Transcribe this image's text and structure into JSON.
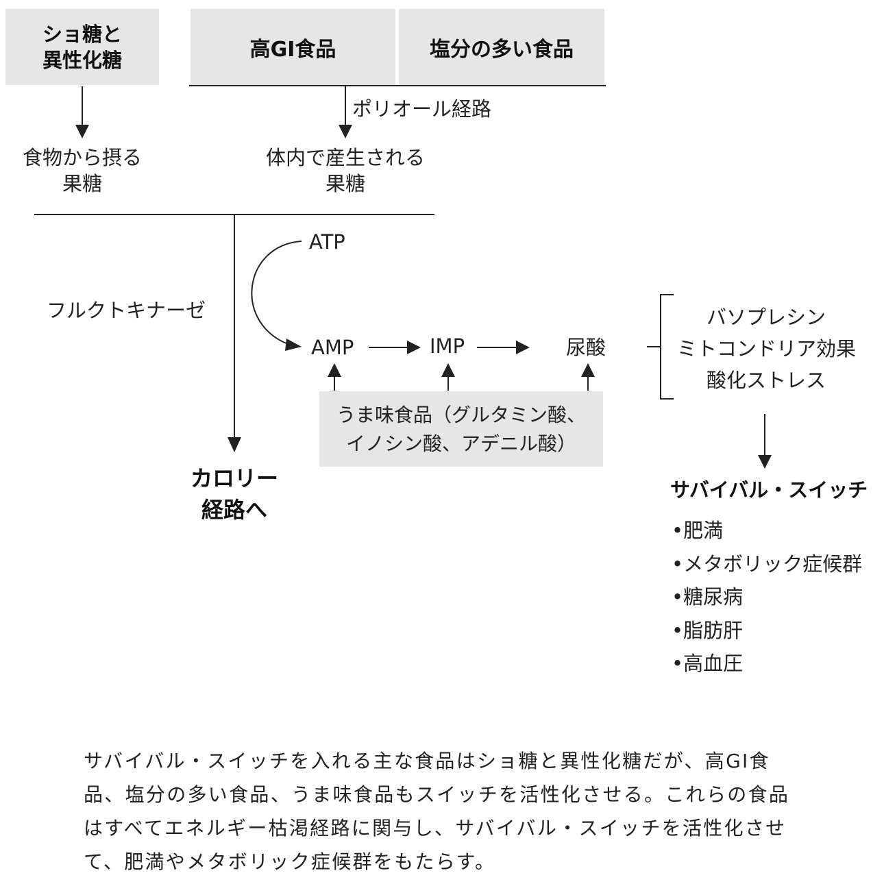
{
  "inputs": {
    "sucrose_hfcs": "ショ糖と\n異性化糖",
    "high_gi": "高GI食品",
    "salty": "塩分の多い食品"
  },
  "pathways": {
    "polyol": "ポリオール経路",
    "fructokinase": "フルクトキナーゼ"
  },
  "fructose": {
    "dietary": "食物から摂る\n果糖",
    "endogenous": "体内で産生される\n果糖"
  },
  "metabolites": {
    "atp": "ATP",
    "amp": "AMP",
    "imp": "IMP",
    "uric_acid": "尿酸"
  },
  "umami_box": "うま味食品（グルタミン酸、\nイノシン酸、アデニル酸）",
  "effects": [
    "バソプレシン",
    "ミトコンドリア効果",
    "酸化ストレス"
  ],
  "calorie": "カロリー\n経路へ",
  "survival": {
    "title": "サバイバル・スイッチ",
    "items": [
      "•肥満",
      "•メタボリック症候群",
      "•糖尿病",
      "•脂肪肝",
      "•高血圧"
    ]
  },
  "caption": "サバイバル・スイッチを入れる主な食品はショ糖と異性化糖だが、高GI食品、塩分の多い食品、うま味食品もスイッチを活性化させる。これらの食品はすべてエネルギー枯渇経路に関与し、サバイバル・スイッチを活性化させて、肥満やメタボリック症候群をもたらす。",
  "colors": {
    "box_fill": "#e6e6e6",
    "ink": "#222222"
  }
}
